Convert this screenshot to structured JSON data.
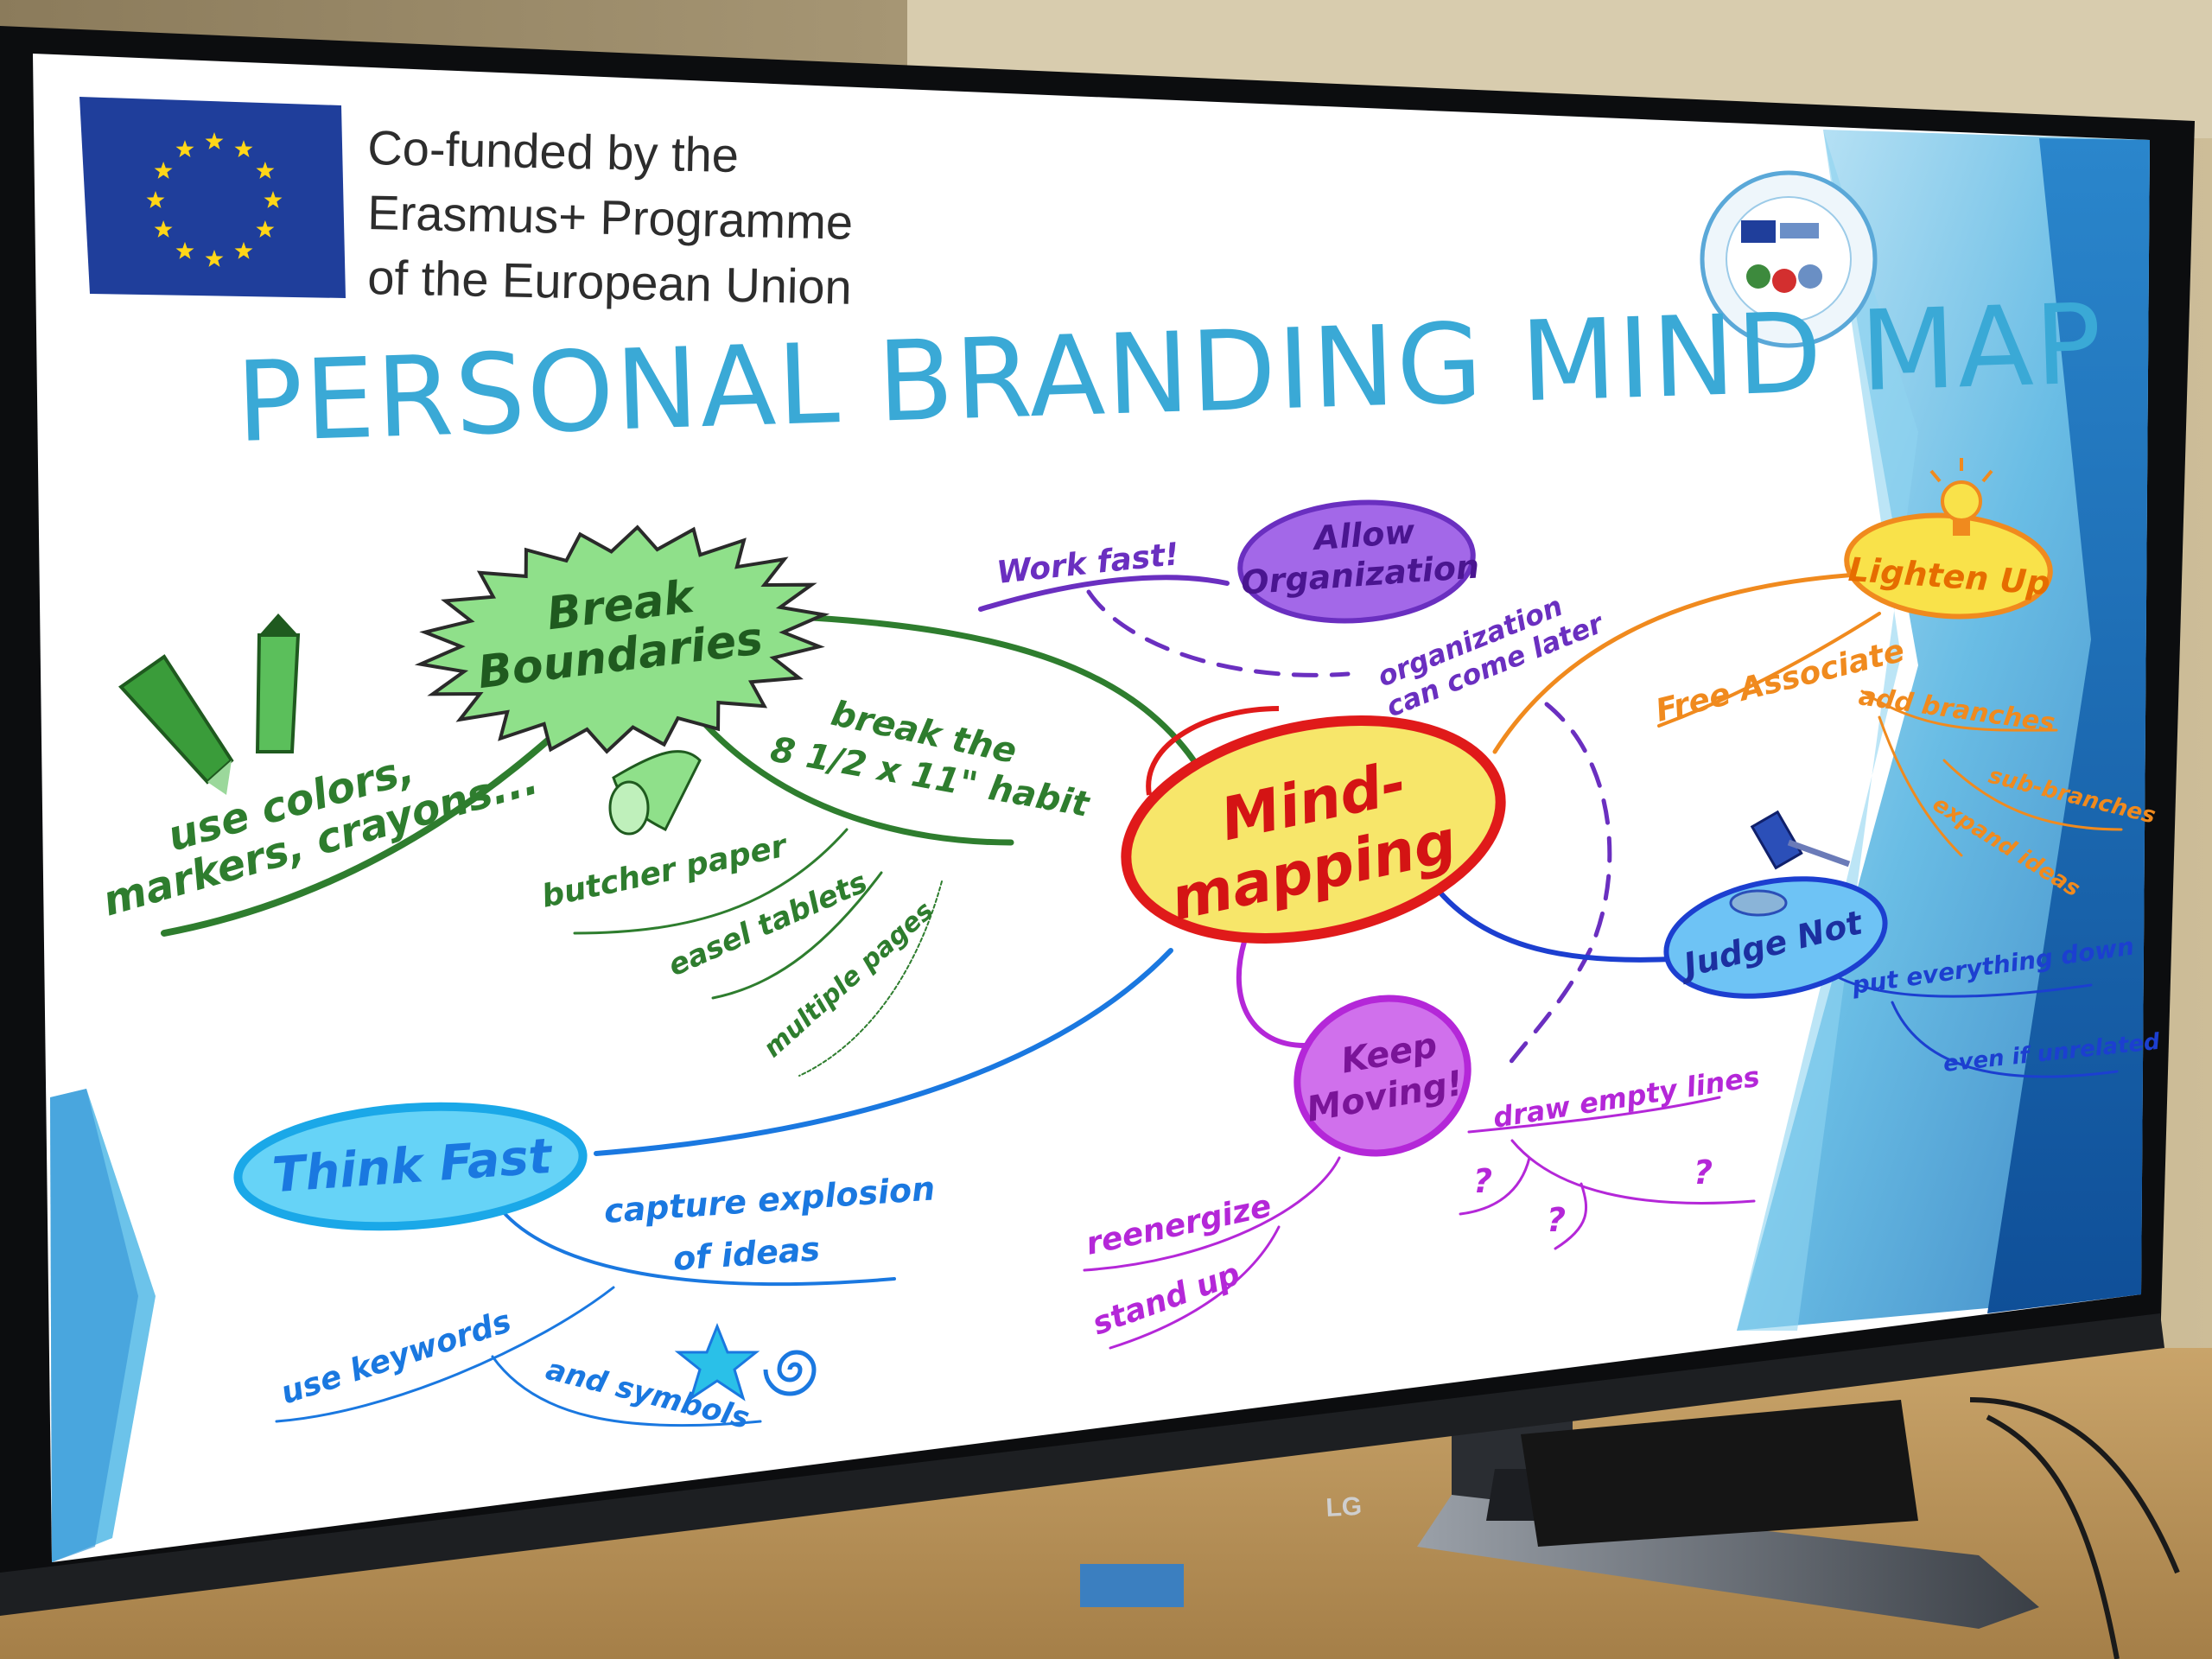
{
  "header": {
    "cofunded_lines": [
      "Co-funded by the",
      "Erasmus+ Programme",
      "of the European Union"
    ],
    "eu_flag_icon": "eu-flag-icon",
    "project_seal_icon": "project-seal-icon"
  },
  "slide": {
    "title": "PERSONAL BRANDING MIND MAP"
  },
  "mindmap": {
    "center": [
      "Mind-",
      "mapping"
    ],
    "break_boundaries": {
      "label": [
        "Break",
        "Boundaries"
      ],
      "colors": [
        "use colors,",
        "markers, crayons..."
      ],
      "habit": [
        "break the",
        "8 1/2 x 11\" habit"
      ],
      "butcher": "butcher paper",
      "easel": "easel tablets",
      "multiple": "multiple pages"
    },
    "allow_organization": {
      "label": [
        "Allow",
        "Organization"
      ],
      "work_fast": "Work fast!",
      "later": [
        "organization",
        "can come later"
      ]
    },
    "lighten_up": {
      "label": "Lighten Up",
      "free": "Free Associate",
      "add": "add branches",
      "sub": "sub-branches",
      "expand": "expand ideas"
    },
    "judge_not": {
      "label": "Judge Not",
      "put": "put everything down",
      "even": "even if unrelated"
    },
    "keep_moving": {
      "label": [
        "Keep",
        "Moving!"
      ],
      "draw": "draw empty lines",
      "q": "?",
      "reenergize": "reenergize",
      "stand": "stand up"
    },
    "think_fast": {
      "label": "Think Fast",
      "capture": [
        "capture explosion",
        "of ideas"
      ],
      "keywords": "use keywords",
      "symbols": "and symbols"
    }
  },
  "tv": {
    "brand": "LG"
  },
  "colors": {
    "title": "#3aa9d6",
    "green": "#2e8b2e",
    "green_fill": "#8fe08a",
    "purple": "#6a2fc0",
    "orange": "#f08a1e",
    "yellow": "#f7e66a",
    "blue": "#1c3fd0",
    "magenta": "#b427d8",
    "cyan": "#1aa8e8",
    "red": "#e01a1a"
  }
}
